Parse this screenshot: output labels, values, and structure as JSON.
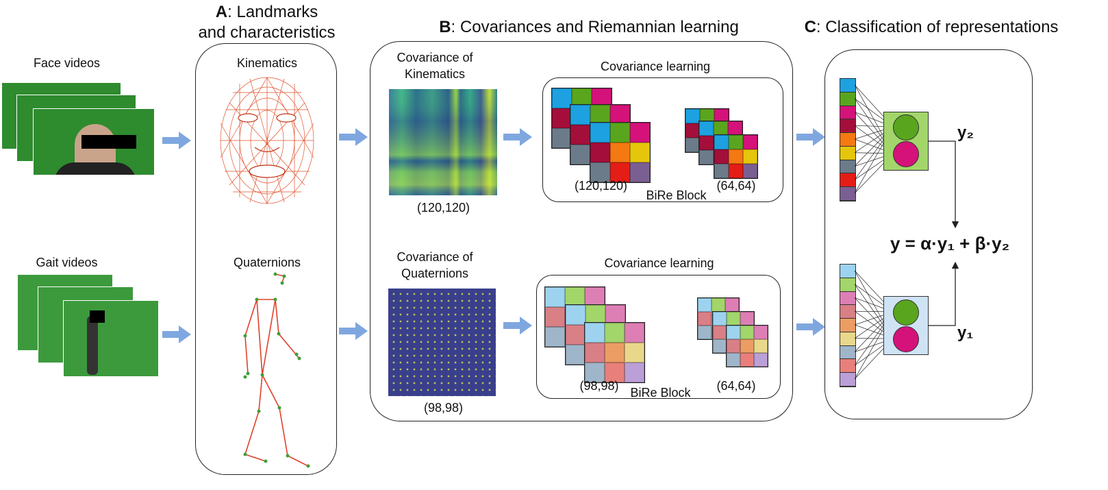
{
  "titles": {
    "a_letter": "A",
    "a_text": ": Landmarks",
    "a_text2": "and characteristics",
    "b_letter": "B",
    "b_text": ": Covariances and Riemannian learning",
    "c_letter": "C",
    "c_text": ": Classification of representations"
  },
  "inputs": {
    "face_label": "Face videos",
    "gait_label": "Gait videos"
  },
  "panel_a": {
    "kinematics": "Kinematics",
    "quaternions": "Quaternions"
  },
  "panel_b": {
    "cov_kin_line1": "Covariance of",
    "cov_kin_line2": "Kinematics",
    "cov_kin_size": "(120,120)",
    "cov_quat_line1": "Covariance of",
    "cov_quat_line2": "Quaternions",
    "cov_quat_size": "(98,98)",
    "learning_top": "Covariance learning",
    "learning_bottom": "Covariance learning",
    "bire_top": "BiRe Block",
    "bire_bottom": "BiRe Block",
    "top_in_size": "(120,120)",
    "top_out_size": "(64,64)",
    "bottom_in_size": "(98,98)",
    "bottom_out_size": "(64,64)"
  },
  "panel_c": {
    "y2": "y₂",
    "y1": "y₁",
    "formula": "y = α·y₁ + β·y₂"
  },
  "colors": {
    "arrow": "#7fa7df",
    "top_palette": [
      "#1da1e0",
      "#5aa51e",
      "#d4127a",
      "#a30f3a",
      "#f57912",
      "#e6c60a",
      "#6b7b8a",
      "#e41d17",
      "#7a5f92"
    ],
    "bottom_palette": [
      "#9dd3ef",
      "#a2d56a",
      "#dd7fb5",
      "#d97f86",
      "#eb9d63",
      "#e9d88b",
      "#9fb5c9",
      "#e87f7a",
      "#bb9fd7"
    ],
    "node_green": "#5aa51e",
    "node_magenta": "#d4127a"
  }
}
